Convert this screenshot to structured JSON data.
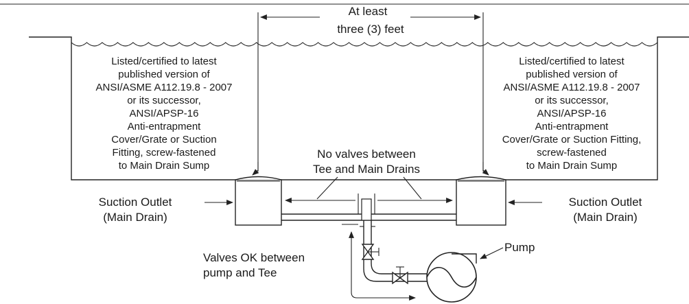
{
  "dimension_label": [
    "At least",
    "three (3) feet"
  ],
  "left_cover_note": [
    "Listed/certified to latest",
    "published version of",
    "ANSI/ASME A112.19.8 - 2007",
    "or its successor,",
    "ANSI/APSP-16",
    "Anti-entrapment",
    "Cover/Grate or Suction",
    "Fitting, screw-fastened",
    "to Main Drain Sump"
  ],
  "right_cover_note": [
    "Listed/certified to latest",
    "published version of",
    "ANSI/ASME A112.19.8 - 2007",
    "or its successor,",
    "ANSI/APSP-16",
    "Anti-entrapment",
    "Cover/Grate or Suction Fitting,",
    "screw-fastened",
    "to Main Drain Sump"
  ],
  "no_valves_note": [
    "No valves between",
    "Tee and Main Drains"
  ],
  "suction_outlet_left": [
    "Suction Outlet",
    "(Main Drain)"
  ],
  "suction_outlet_right": [
    "Suction Outlet",
    "(Main Drain)"
  ],
  "valves_ok_note": [
    "Valves OK between",
    "pump and Tee"
  ],
  "pump_label": "Pump"
}
